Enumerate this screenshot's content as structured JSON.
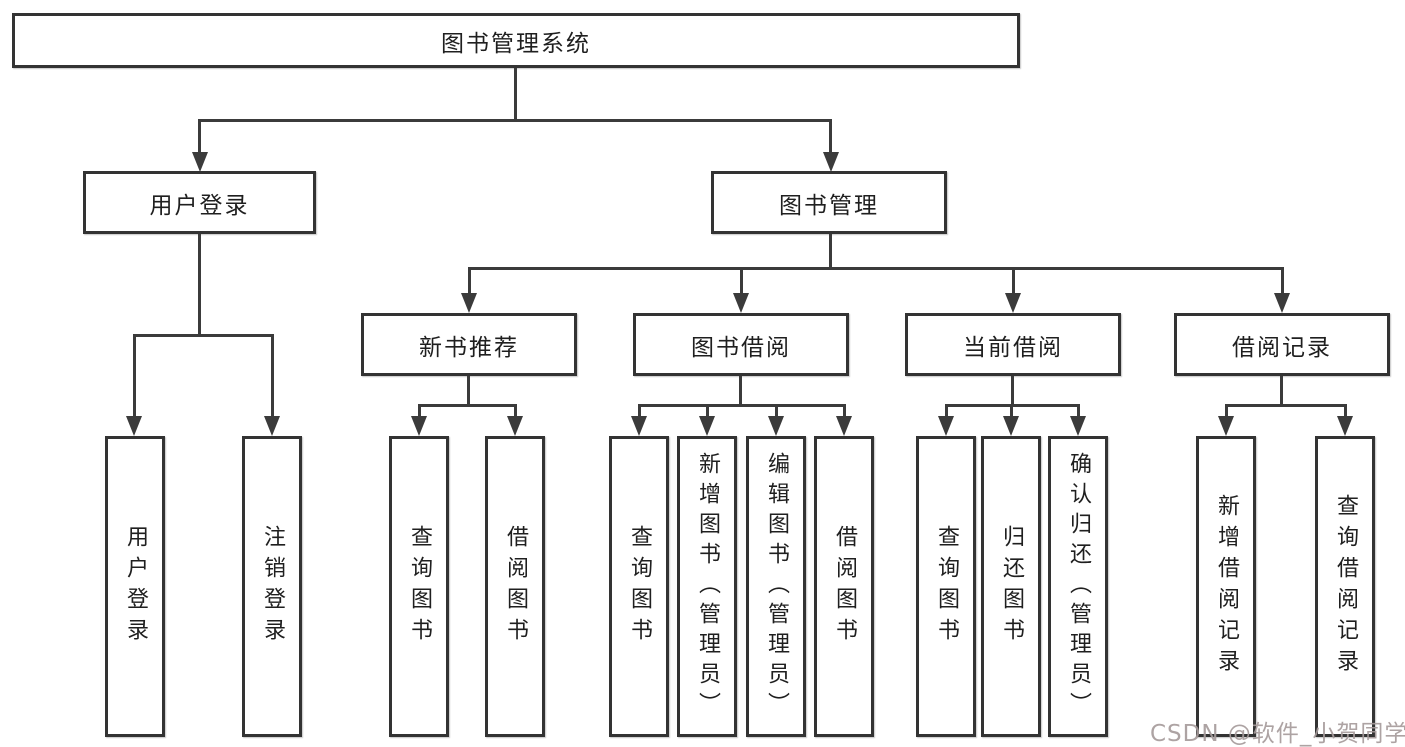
{
  "diagram": {
    "root": {
      "label": "图书管理系统"
    },
    "level2": {
      "user_login": {
        "label": "用户登录"
      },
      "book_management": {
        "label": "图书管理"
      }
    },
    "level3": {
      "new_book_recommend": {
        "label": "新书推荐"
      },
      "book_borrow": {
        "label": "图书借阅"
      },
      "current_borrow": {
        "label": "当前借阅"
      },
      "borrow_records": {
        "label": "借阅记录"
      }
    },
    "leaves": {
      "user_login_login": {
        "label": "用户登录"
      },
      "user_login_logout": {
        "label": "注销登录"
      },
      "new_book_query": {
        "label": "查询图书"
      },
      "new_book_borrow": {
        "label": "借阅图书"
      },
      "borrow_query": {
        "label": "查询图书"
      },
      "borrow_add": {
        "label": "新增图书（管理员）"
      },
      "borrow_edit": {
        "label": "编辑图书（管理员）"
      },
      "borrow_borrow": {
        "label": "借阅图书"
      },
      "current_query": {
        "label": "查询图书"
      },
      "current_return": {
        "label": "归还图书"
      },
      "current_confirm": {
        "label": "确认归还（管理员）"
      },
      "records_add": {
        "label": "新增借阅记录"
      },
      "records_query": {
        "label": "查询借阅记录"
      }
    },
    "watermark": "CSDN @软件_小贺同学",
    "colors": {
      "line": "#3b3b3b",
      "box_border": "#333333",
      "text": "#1f1f1f",
      "background": "#ffffff",
      "watermark": "#a69b9b"
    }
  }
}
